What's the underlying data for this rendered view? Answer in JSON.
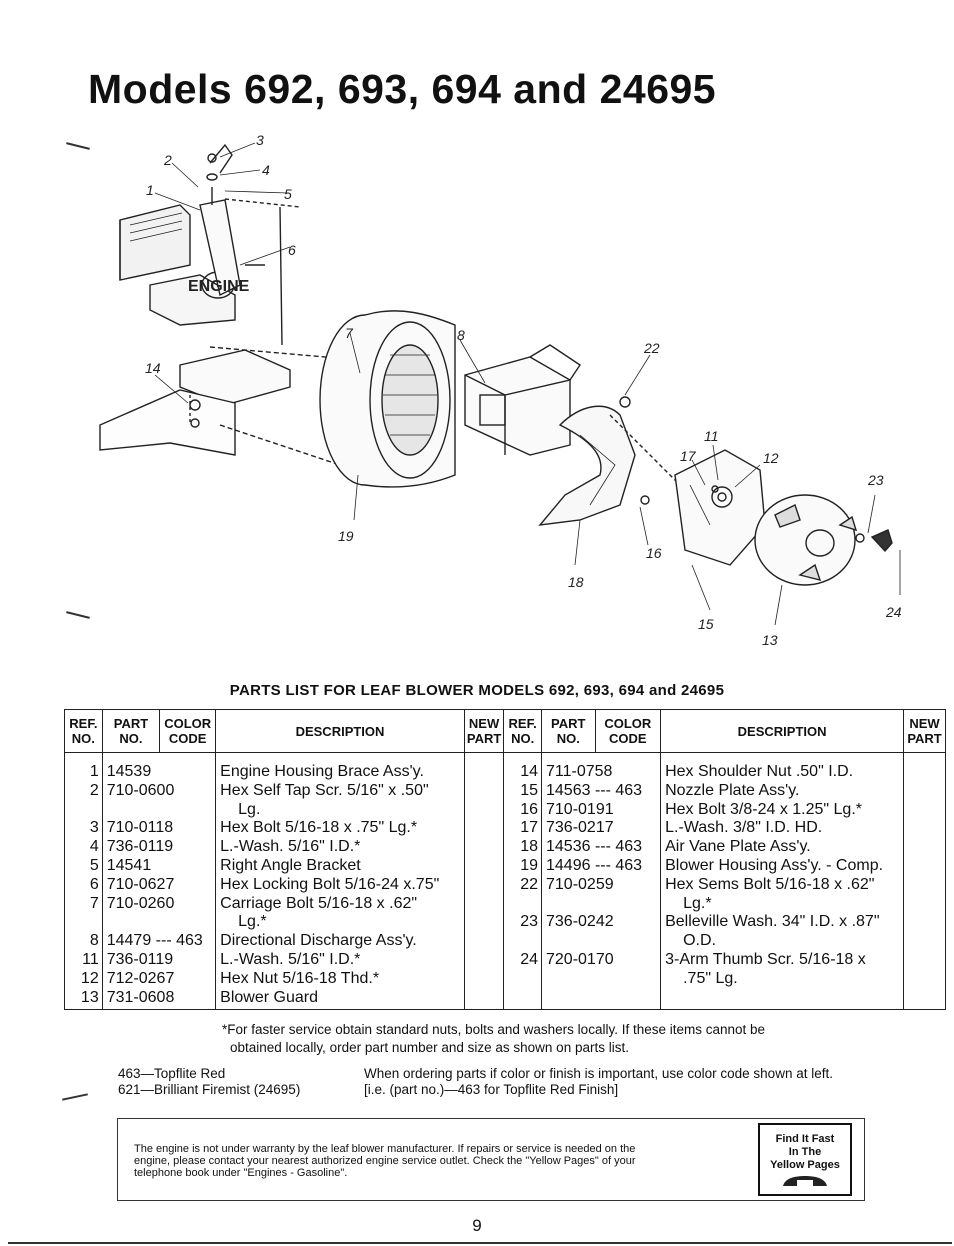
{
  "page": {
    "title": "Models 692, 693, 694 and 24695",
    "page_number": "9"
  },
  "diagram": {
    "engine_label": "ENGINE",
    "callouts": [
      "1",
      "2",
      "3",
      "4",
      "5",
      "6",
      "7",
      "8",
      "11",
      "12",
      "13",
      "14",
      "15",
      "16",
      "17",
      "18",
      "19",
      "22",
      "23",
      "24"
    ]
  },
  "parts_list": {
    "title": "PARTS LIST FOR LEAF BLOWER MODELS 692, 693, 694 and 24695",
    "headers": {
      "ref_no": "REF. NO.",
      "part_no": "PART NO.",
      "color_code": "COLOR CODE",
      "description": "DESCRIPTION",
      "new_part": "NEW PART"
    },
    "left": {
      "refs": [
        "1",
        "2",
        "",
        "3",
        "4",
        "5",
        "6",
        "7",
        "",
        "8",
        "11",
        "12",
        "13"
      ],
      "parts": [
        "14539",
        "710-0600",
        "",
        "710-0118",
        "736-0119",
        "14541",
        "710-0627",
        "710-0260",
        "",
        "14479 --- 463",
        "736-0119",
        "712-0267",
        "731-0608"
      ],
      "descriptions": [
        "Engine Housing Brace Ass'y.",
        "Hex Self Tap Scr. 5/16\" x .50\"",
        "Lg.",
        "Hex Bolt 5/16-18 x .75\" Lg.*",
        "L.-Wash. 5/16\" I.D.*",
        "Right Angle Bracket",
        "Hex Locking Bolt 5/16-24 x.75\"",
        "Carriage Bolt 5/16-18 x .62\"",
        "Lg.*",
        "Directional Discharge Ass'y.",
        "L.-Wash. 5/16\" I.D.*",
        "Hex Nut 5/16-18 Thd.*",
        "Blower Guard"
      ]
    },
    "right": {
      "refs": [
        "14",
        "15",
        "16",
        "17",
        "18",
        "19",
        "22",
        "",
        "23",
        "",
        "24",
        ""
      ],
      "parts": [
        "711-0758",
        "14563 --- 463",
        "710-0191",
        "736-0217",
        "14536 --- 463",
        "14496 --- 463",
        "710-0259",
        "",
        "736-0242",
        "",
        "720-0170",
        ""
      ],
      "descriptions": [
        "Hex Shoulder Nut .50\" I.D.",
        "Nozzle Plate Ass'y.",
        "Hex Bolt 3/8-24 x 1.25\" Lg.*",
        "L.-Wash. 3/8\" I.D. HD.",
        "Air Vane Plate Ass'y.",
        "Blower Housing Ass'y. - Comp.",
        "Hex Sems Bolt 5/16-18 x .62\"",
        "Lg.*",
        "Belleville Wash. 34\" I.D. x .87\"",
        "O.D.",
        "3-Arm Thumb Scr. 5/16-18 x",
        ".75\" Lg."
      ]
    }
  },
  "footnote": {
    "line1": "*For faster service obtain standard nuts, bolts and washers locally. If these items cannot be",
    "line2": "obtained locally, order part number and size as shown on parts list."
  },
  "color_codes": {
    "code1": "463—Topflite Red",
    "code2": "621—Brilliant Firemist (24695)",
    "instruction1": "When ordering parts if color or finish is important, use color code shown at left.",
    "instruction2": "[i.e. (part no.)—463 for Topflite Red Finish]"
  },
  "notice": {
    "text1": "The engine is not under warranty by the leaf blower manufacturer. If repairs or service is needed on the",
    "text2": "engine, please contact your nearest authorized engine service outlet. Check the \"Yellow Pages\" of your",
    "text3": "telephone book under \"Engines - Gasoline\".",
    "badge_line1": "Find It Fast",
    "badge_line2": "In The",
    "badge_line3": "Yellow Pages"
  }
}
